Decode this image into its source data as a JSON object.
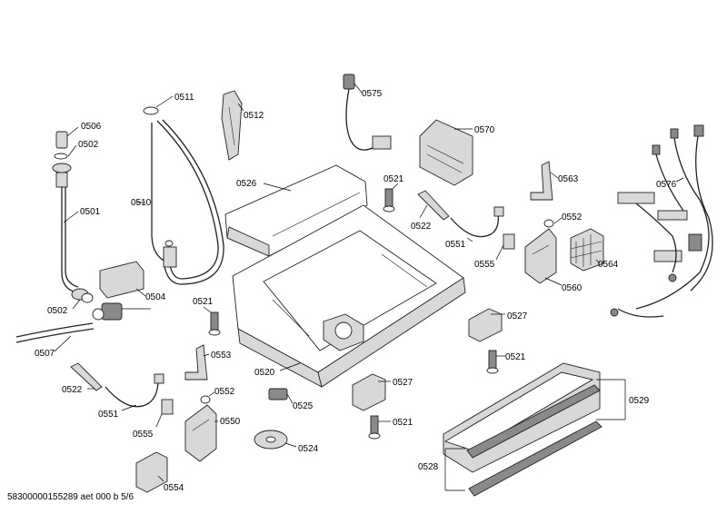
{
  "labels": {
    "p0506": "0506",
    "p0502a": "0502",
    "p0501": "0501",
    "p0502b": "0502",
    "p0507": "0507",
    "p0511": "0511",
    "p0510": "0510",
    "p0504": "0504",
    "p0512": "0512",
    "p0575": "0575",
    "p0526": "0526",
    "p0521a": "0521",
    "p0522a": "0522",
    "p0570": "0570",
    "p0551a": "0551",
    "p0555a": "0555",
    "p0563": "0563",
    "p0552a": "0552",
    "p0564": "0564",
    "p0560": "0560",
    "p0576": "0576",
    "p0521b": "0521",
    "p0527a": "0527",
    "p0521c": "0521",
    "p0553": "0553",
    "p0520": "0520",
    "p0552b": "0552",
    "p0522b": "0522",
    "p0551b": "0551",
    "p0555b": "0555",
    "p0550": "0550",
    "p0525": "0525",
    "p0524": "0524",
    "p0527b": "0527",
    "p0521d": "0521",
    "p0529": "0529",
    "p0528": "0528",
    "p0554": "0554"
  },
  "footer": "58300000155289 aet 000 b 5/6"
}
